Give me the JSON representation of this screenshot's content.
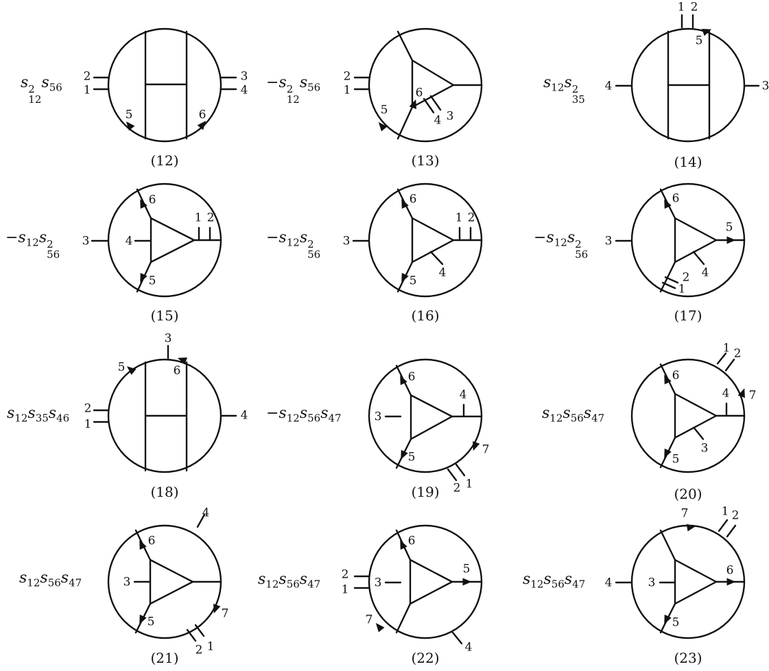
{
  "diagrams": [
    {
      "id": "12",
      "coefficient": "s²₁₂s₅₆",
      "label": "(12)"
    },
    {
      "id": "13",
      "coefficient": "−s²₁₂s₅₆",
      "label": "(13)"
    },
    {
      "id": "14",
      "coefficient": "s₁₂s²₃₅",
      "label": "(14)"
    },
    {
      "id": "15",
      "coefficient": "−s₁₂s²₅₆",
      "label": "(15)"
    },
    {
      "id": "16",
      "coefficient": "−s₁₂s²₅₆",
      "label": "(16)"
    },
    {
      "id": "17",
      "coefficient": "−s₁₂s²₅₆",
      "label": "(17)"
    },
    {
      "id": "18",
      "coefficient": "s₁₂s₃₅s₄₆",
      "label": "(18)"
    },
    {
      "id": "19",
      "coefficient": "−s₁₂s₅₆s₄₇",
      "label": "(19)"
    },
    {
      "id": "20",
      "coefficient": "s₁₂s₅₆s₄₇",
      "label": "(20)"
    },
    {
      "id": "21",
      "coefficient": "s₁₂s₅₆s₄₇",
      "label": "(21)"
    },
    {
      "id": "22",
      "coefficient": "s₁₂s₅₆s₄₇",
      "label": "(22)"
    },
    {
      "id": "23",
      "coefficient": "s₁₂s₅₆s₄₇",
      "label": "(23)"
    }
  ],
  "coefficient_parts": {
    "12": {
      "sign": "",
      "terms": [
        [
          "12",
          "2"
        ],
        [
          "56",
          ""
        ]
      ]
    },
    "13": {
      "sign": "−",
      "terms": [
        [
          "12",
          "2"
        ],
        [
          "56",
          ""
        ]
      ]
    },
    "14": {
      "sign": "",
      "terms": [
        [
          "12",
          ""
        ],
        [
          "35",
          "2"
        ]
      ]
    },
    "15": {
      "sign": "−",
      "terms": [
        [
          "12",
          ""
        ],
        [
          "56",
          "2"
        ]
      ]
    },
    "16": {
      "sign": "−",
      "terms": [
        [
          "12",
          ""
        ],
        [
          "56",
          "2"
        ]
      ]
    },
    "17": {
      "sign": "−",
      "terms": [
        [
          "12",
          ""
        ],
        [
          "56",
          "2"
        ]
      ]
    },
    "18": {
      "sign": "",
      "terms": [
        [
          "12",
          ""
        ],
        [
          "35",
          ""
        ],
        [
          "46",
          ""
        ]
      ]
    },
    "19": {
      "sign": "−",
      "terms": [
        [
          "12",
          ""
        ],
        [
          "56",
          ""
        ],
        [
          "47",
          ""
        ]
      ]
    },
    "20": {
      "sign": "",
      "terms": [
        [
          "12",
          ""
        ],
        [
          "56",
          ""
        ],
        [
          "47",
          ""
        ]
      ]
    },
    "21": {
      "sign": "",
      "terms": [
        [
          "12",
          ""
        ],
        [
          "56",
          ""
        ],
        [
          "47",
          ""
        ]
      ]
    },
    "22": {
      "sign": "",
      "terms": [
        [
          "12",
          ""
        ],
        [
          "56",
          ""
        ],
        [
          "47",
          ""
        ]
      ]
    },
    "23": {
      "sign": "",
      "terms": [
        [
          "12",
          ""
        ],
        [
          "56",
          ""
        ],
        [
          "47",
          ""
        ]
      ]
    }
  },
  "leg_labels": {
    "12": [
      "2",
      "1",
      "5",
      "6",
      "3",
      "4"
    ],
    "13": [
      "2",
      "1",
      "5",
      "6",
      "4",
      "3"
    ],
    "14": [
      "1",
      "2",
      "5",
      "4",
      "3"
    ],
    "15": [
      "6",
      "1",
      "2",
      "3",
      "4",
      "5"
    ],
    "16": [
      "6",
      "1",
      "2",
      "3",
      "5",
      "4"
    ],
    "17": [
      "6",
      "5",
      "3",
      "2",
      "1",
      "4"
    ],
    "18": [
      "3",
      "5",
      "6",
      "2",
      "1",
      "4"
    ],
    "19": [
      "6",
      "4",
      "3",
      "5",
      "7",
      "2",
      "1"
    ],
    "20": [
      "1",
      "2",
      "6",
      "4",
      "7",
      "5",
      "3"
    ],
    "21": [
      "4",
      "6",
      "3",
      "5",
      "7",
      "2",
      "1"
    ],
    "22": [
      "6",
      "2",
      "1",
      "3",
      "5",
      "7",
      "4"
    ],
    "23": [
      "7",
      "1",
      "2",
      "4",
      "3",
      "6",
      "5"
    ]
  }
}
